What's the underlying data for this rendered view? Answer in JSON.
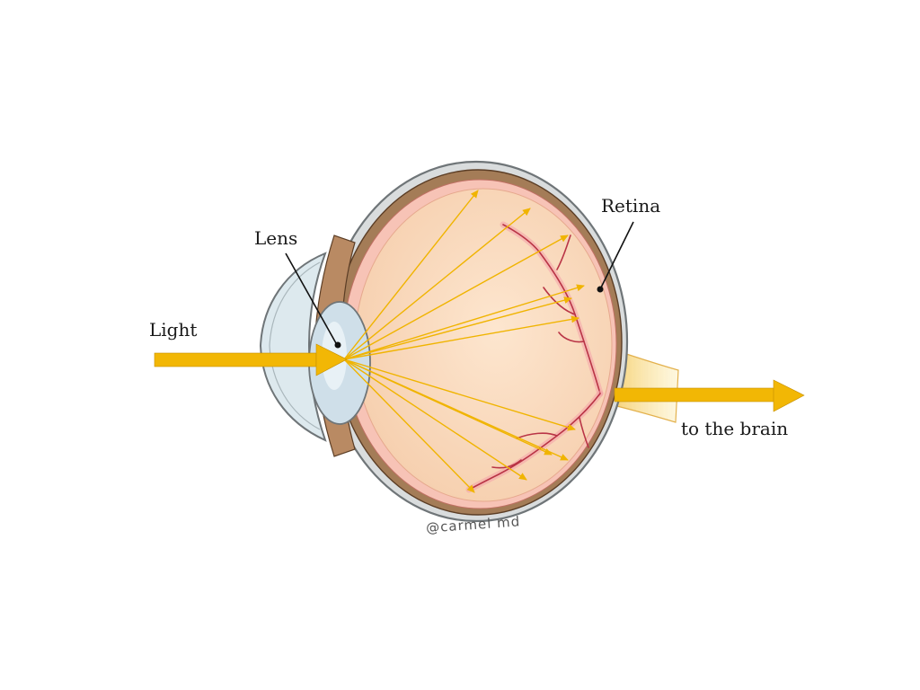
{
  "labels": {
    "light": "Light",
    "lens": "Lens",
    "retina": "Retina",
    "brain": "to the brain"
  },
  "signature": "@carmel md",
  "colors": {
    "arrow": "#f2b705",
    "ray": "#f0b400",
    "sclera_outer": "#9ea4a6",
    "choroid": "#a47c57",
    "vitreous": "#fbdcc0",
    "cornea": "#dde9ee",
    "lens": "#c9dbe6",
    "vessels": "#c23a4a",
    "vessel_glow": "#f4a0a8",
    "nerve": "#f7d66a"
  }
}
